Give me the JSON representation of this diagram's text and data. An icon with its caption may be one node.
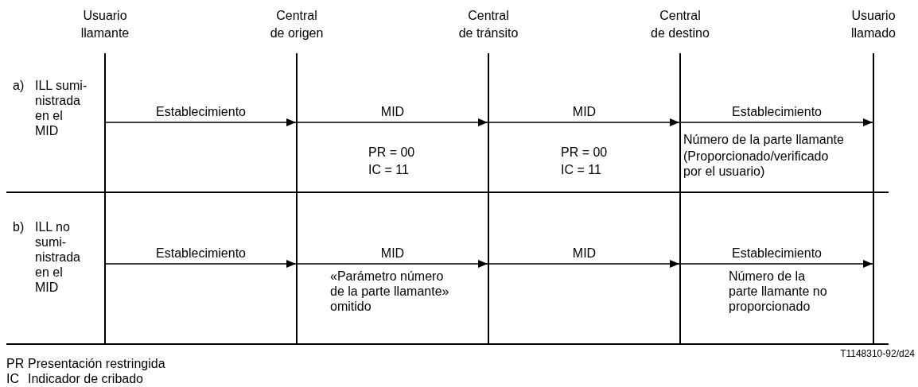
{
  "diagram": {
    "nodes": [
      {
        "text": [],
        "shape": "bar",
        "beside": [
          "Usuario",
          "llamante"
        ]
      },
      {
        "text": [],
        "shape": "bar",
        "beside": [
          "Central",
          "de origen"
        ]
      },
      {
        "text": [],
        "shape": "bar",
        "beside": [
          "Central",
          "de tránsito"
        ]
      },
      {
        "text": [],
        "shape": "bar",
        "beside": [
          "Central",
          "de destino"
        ]
      },
      {
        "text": [],
        "shape": "bar",
        "beside": [
          "Usuario",
          "llamado"
        ]
      }
    ],
    "edges": [
      {
        "from": 0,
        "to": 1,
        "arrow": "to",
        "label": "Establecimiento"
      },
      {
        "from": 1,
        "to": 2,
        "arrow": "to",
        "label": "MID"
      },
      {
        "from": 2,
        "to": 3,
        "arrow": "to",
        "label": "MID"
      },
      {
        "from": 3,
        "to": 4,
        "arrow": "to",
        "label": "Establecimiento"
      },
      {
        "from": 0,
        "to": 1,
        "arrow": "to",
        "label": "Establecimiento"
      },
      {
        "from": 1,
        "to": 2,
        "arrow": "to",
        "label": "MID"
      },
      {
        "from": 2,
        "to": 3,
        "arrow": "to",
        "label": "MID"
      },
      {
        "from": 3,
        "to": 4,
        "arrow": "to",
        "label": "Establecimiento"
      }
    ],
    "labels": [
      "a)",
      "ILL sumi- nistrada en el MID",
      "PR = 00",
      "IC = 11",
      "PR = 00",
      "IC = 11",
      "Número de la parte llamante",
      "(Proporcionado/verificado por el usuario)",
      "b)",
      "ILL no sumi- nistrada en el MID",
      "«Parámetro número de la parte llamante» omitido",
      "Número de la parte llamante no proporcionado",
      "T1148310-92/d24",
      "PR",
      "Presentación restringida",
      "IC",
      "Indicador de cribado"
    ]
  }
}
